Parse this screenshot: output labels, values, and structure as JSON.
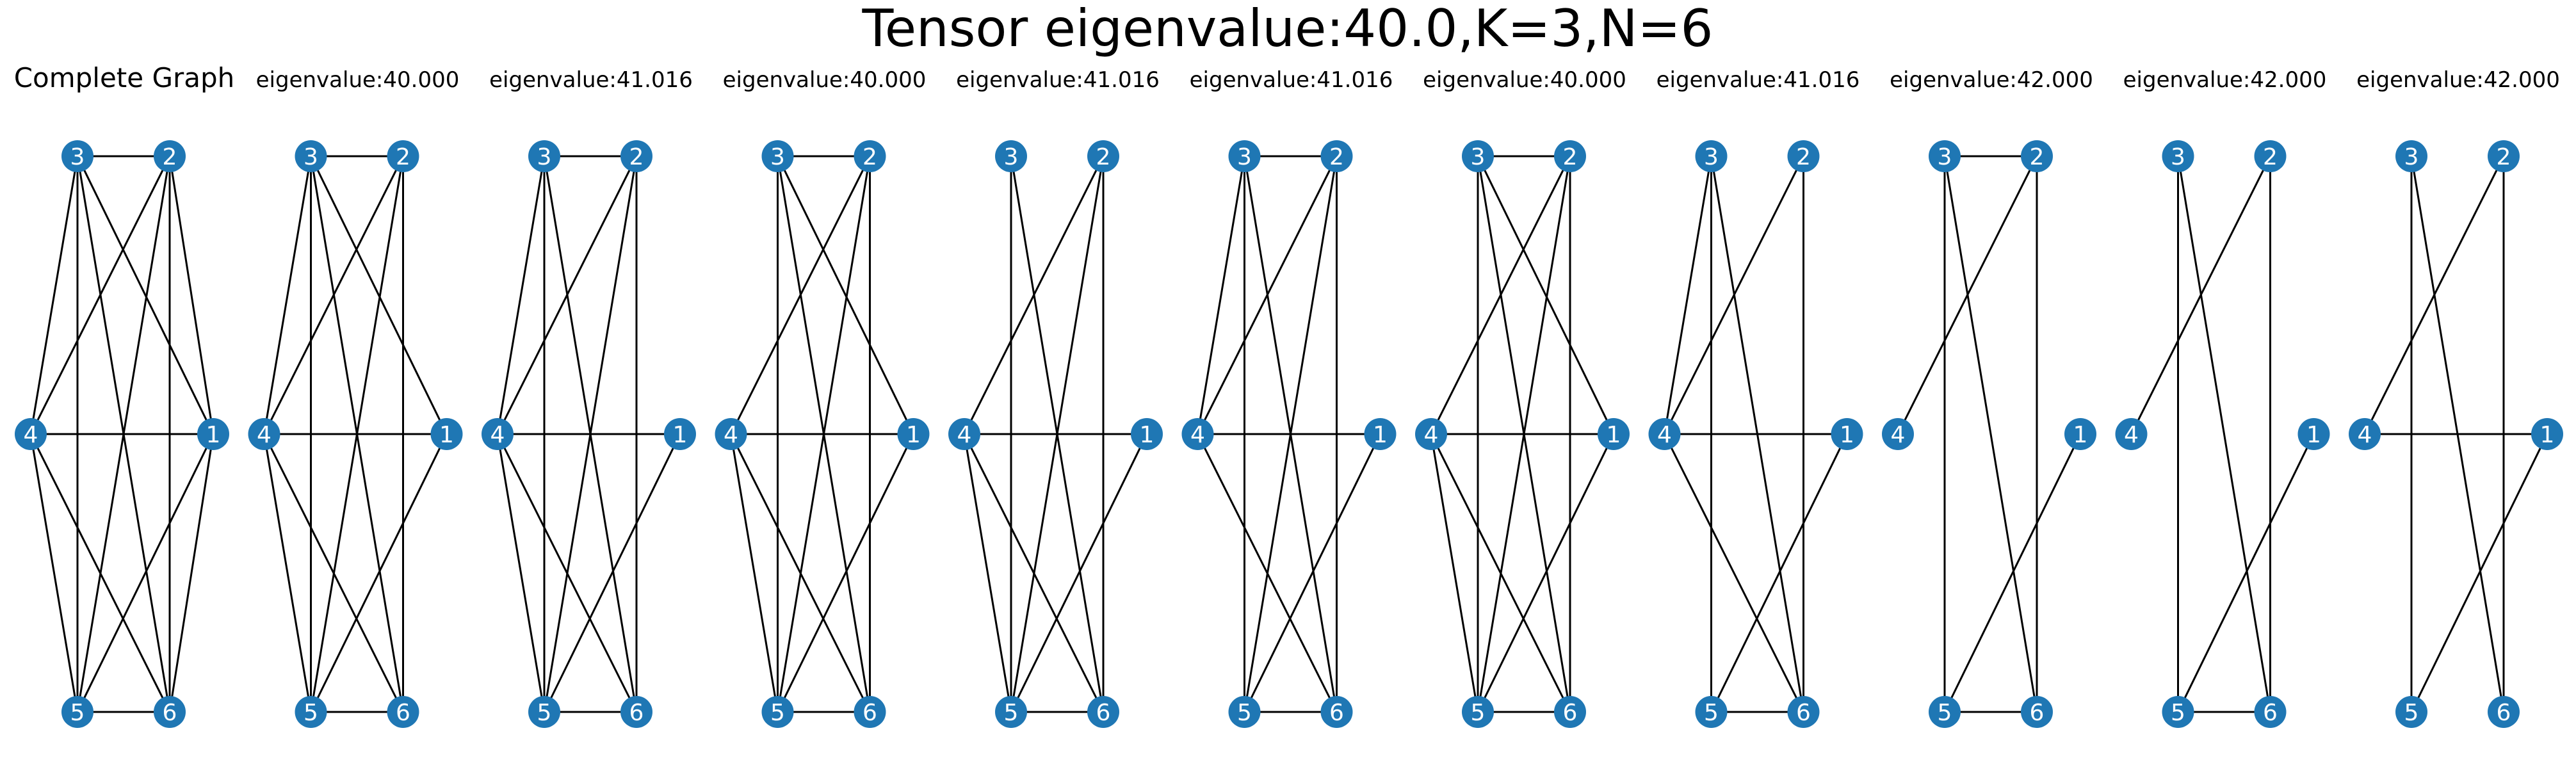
{
  "title": "Tensor eigenvalue:40.0,K=3,N=6",
  "colors": {
    "node": "#1f77b4",
    "edge": "#000000",
    "label": "#ffffff"
  },
  "node_labels": [
    "1",
    "2",
    "3",
    "4",
    "5",
    "6"
  ],
  "panels": [
    {
      "title": "Complete Graph",
      "edges": [
        [
          1,
          2
        ],
        [
          1,
          3
        ],
        [
          1,
          4
        ],
        [
          1,
          5
        ],
        [
          1,
          6
        ],
        [
          2,
          3
        ],
        [
          2,
          4
        ],
        [
          2,
          5
        ],
        [
          2,
          6
        ],
        [
          3,
          4
        ],
        [
          3,
          5
        ],
        [
          3,
          6
        ],
        [
          4,
          5
        ],
        [
          4,
          6
        ],
        [
          5,
          6
        ]
      ]
    },
    {
      "title": "eigenvalue:40.000",
      "edges": [
        [
          1,
          3
        ],
        [
          1,
          4
        ],
        [
          1,
          5
        ],
        [
          2,
          3
        ],
        [
          2,
          4
        ],
        [
          2,
          5
        ],
        [
          2,
          6
        ],
        [
          3,
          4
        ],
        [
          3,
          5
        ],
        [
          3,
          6
        ],
        [
          4,
          5
        ],
        [
          4,
          6
        ],
        [
          5,
          6
        ]
      ]
    },
    {
      "title": "eigenvalue:41.016",
      "edges": [
        [
          1,
          4
        ],
        [
          1,
          5
        ],
        [
          2,
          3
        ],
        [
          2,
          4
        ],
        [
          2,
          5
        ],
        [
          2,
          6
        ],
        [
          3,
          4
        ],
        [
          3,
          5
        ],
        [
          3,
          6
        ],
        [
          4,
          5
        ],
        [
          4,
          6
        ],
        [
          5,
          6
        ]
      ]
    },
    {
      "title": "eigenvalue:40.000",
      "edges": [
        [
          1,
          3
        ],
        [
          1,
          4
        ],
        [
          1,
          5
        ],
        [
          2,
          3
        ],
        [
          2,
          4
        ],
        [
          2,
          5
        ],
        [
          2,
          6
        ],
        [
          3,
          5
        ],
        [
          3,
          6
        ],
        [
          4,
          5
        ],
        [
          4,
          6
        ],
        [
          5,
          6
        ]
      ]
    },
    {
      "title": "eigenvalue:41.016",
      "edges": [
        [
          1,
          4
        ],
        [
          1,
          5
        ],
        [
          2,
          4
        ],
        [
          2,
          5
        ],
        [
          2,
          6
        ],
        [
          3,
          5
        ],
        [
          3,
          6
        ],
        [
          4,
          5
        ],
        [
          4,
          6
        ],
        [
          5,
          6
        ]
      ]
    },
    {
      "title": "eigenvalue:41.016",
      "edges": [
        [
          1,
          4
        ],
        [
          1,
          5
        ],
        [
          2,
          3
        ],
        [
          2,
          4
        ],
        [
          2,
          5
        ],
        [
          2,
          6
        ],
        [
          3,
          4
        ],
        [
          3,
          5
        ],
        [
          3,
          6
        ],
        [
          4,
          6
        ],
        [
          5,
          6
        ]
      ]
    },
    {
      "title": "eigenvalue:40.000",
      "edges": [
        [
          1,
          3
        ],
        [
          1,
          4
        ],
        [
          1,
          5
        ],
        [
          2,
          3
        ],
        [
          2,
          4
        ],
        [
          2,
          5
        ],
        [
          2,
          6
        ],
        [
          3,
          5
        ],
        [
          3,
          6
        ],
        [
          4,
          5
        ],
        [
          4,
          6
        ],
        [
          5,
          6
        ]
      ]
    },
    {
      "title": "eigenvalue:41.016",
      "edges": [
        [
          1,
          4
        ],
        [
          1,
          5
        ],
        [
          2,
          4
        ],
        [
          2,
          6
        ],
        [
          3,
          4
        ],
        [
          3,
          5
        ],
        [
          3,
          6
        ],
        [
          4,
          6
        ],
        [
          5,
          6
        ]
      ]
    },
    {
      "title": "eigenvalue:42.000",
      "edges": [
        [
          1,
          5
        ],
        [
          2,
          3
        ],
        [
          2,
          4
        ],
        [
          2,
          6
        ],
        [
          3,
          5
        ],
        [
          3,
          6
        ],
        [
          5,
          6
        ]
      ]
    },
    {
      "title": "eigenvalue:42.000",
      "edges": [
        [
          1,
          5
        ],
        [
          2,
          4
        ],
        [
          2,
          6
        ],
        [
          3,
          5
        ],
        [
          3,
          6
        ],
        [
          5,
          6
        ]
      ]
    },
    {
      "title": "eigenvalue:42.000",
      "edges": [
        [
          1,
          4
        ],
        [
          1,
          5
        ],
        [
          2,
          4
        ],
        [
          2,
          6
        ],
        [
          3,
          5
        ],
        [
          3,
          6
        ]
      ]
    }
  ]
}
